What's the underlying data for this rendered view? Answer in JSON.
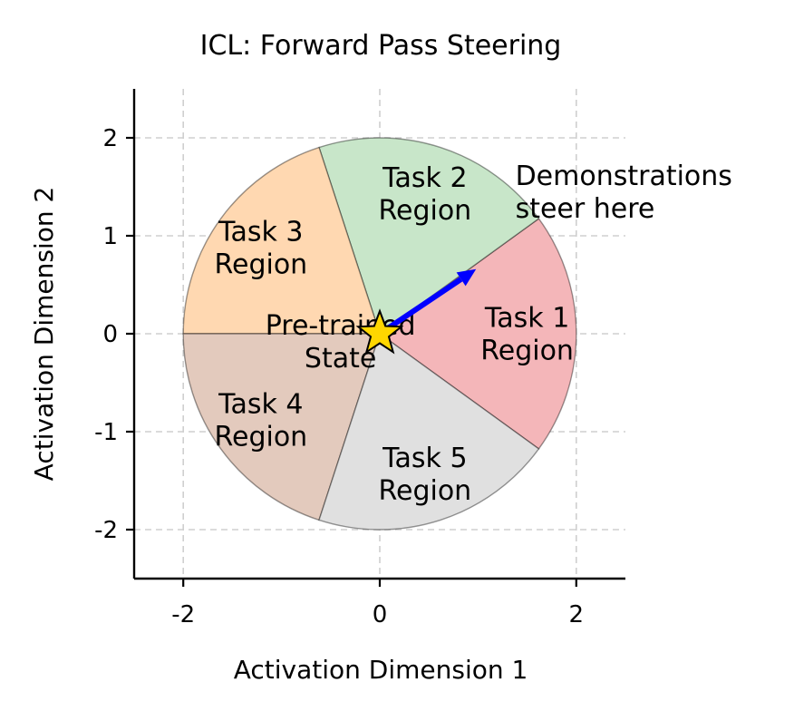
{
  "chart_data": {
    "type": "pie",
    "title": "ICL: Forward Pass Steering",
    "xlabel": "Activation Dimension 1",
    "ylabel": "Activation Dimension 2",
    "xlim": [
      -2.5,
      2.5
    ],
    "ylim": [
      -2.5,
      2.5
    ],
    "xticks": [
      -2,
      0,
      2
    ],
    "yticks": [
      -2,
      -1,
      0,
      1,
      2
    ],
    "x_tick_labels": [
      "-2",
      "0",
      "2"
    ],
    "y_tick_labels": [
      "-2",
      "-1",
      "0",
      "1",
      "2"
    ],
    "grid": true,
    "circle": {
      "center": [
        0,
        0
      ],
      "radius": 2
    },
    "regions": [
      {
        "label": "Task 1\nRegion",
        "start_deg": -36,
        "end_deg": 36,
        "color": "#f4b6b9",
        "label_pos": [
          1.5,
          0
        ]
      },
      {
        "label": "Task 2\nRegion",
        "start_deg": 36,
        "end_deg": 108,
        "color": "#c8e6c9",
        "label_pos": [
          0.46,
          1.43
        ]
      },
      {
        "label": "Task 3\nRegion",
        "start_deg": 108,
        "end_deg": 180,
        "color": "#ffd8b1",
        "label_pos": [
          -1.21,
          0.88
        ]
      },
      {
        "label": "Task 4\nRegion",
        "start_deg": 180,
        "end_deg": 252,
        "color": "#e3cabd",
        "label_pos": [
          -1.21,
          -0.88
        ]
      },
      {
        "label": "Task 5\nRegion",
        "start_deg": 252,
        "end_deg": 324,
        "color": "#e0e0e0",
        "label_pos": [
          0.46,
          -1.43
        ]
      }
    ],
    "pretrained_state": {
      "label": "Pre-trained\nState",
      "point": [
        0,
        0
      ],
      "marker": "star",
      "color": "#ffd700",
      "label_pos": [
        -0.4,
        -0.08
      ]
    },
    "steering_arrow": {
      "from": [
        0,
        0
      ],
      "to": [
        0.98,
        0.66
      ],
      "color": "#0000ff"
    },
    "annotation": {
      "text": "Demonstrations\nsteer here",
      "pos": [
        1.38,
        1.45
      ]
    }
  }
}
